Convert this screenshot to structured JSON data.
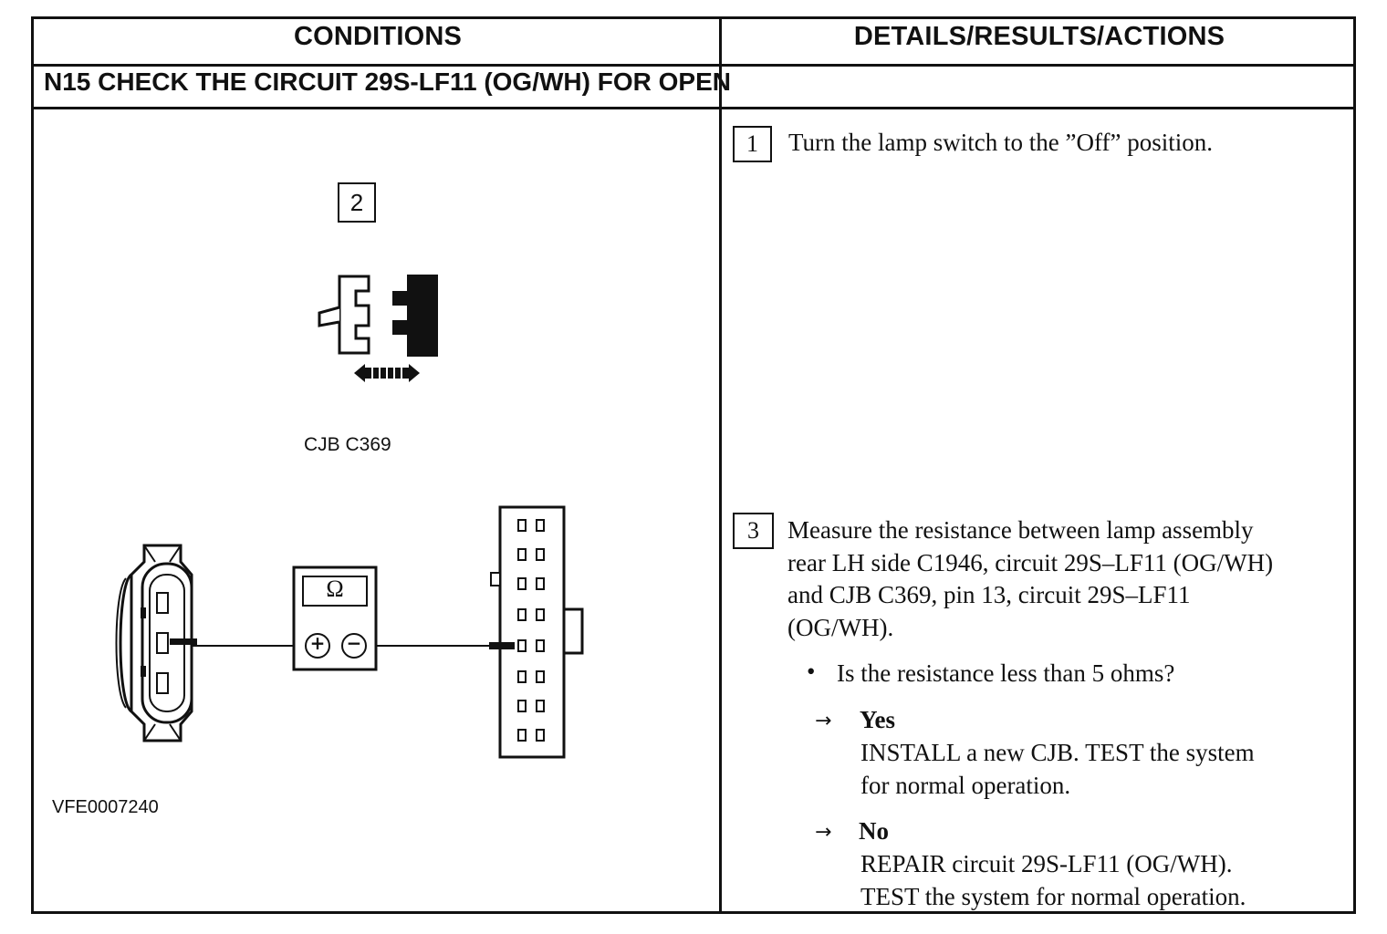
{
  "header": {
    "conditions": "CONDITIONS",
    "details": "DETAILS/RESULTS/ACTIONS"
  },
  "step_title": "N15 CHECK THE CIRCUIT 29S-LF11 (OG/WH) FOR OPEN",
  "diagram": {
    "callout_2": "2",
    "connector_label": "CJB C369",
    "meter_symbol": "Ω",
    "figure_id": "VFE0007240",
    "plus": "+",
    "minus": "−"
  },
  "actions": {
    "step1": {
      "number": "1",
      "text": "Turn the lamp switch to the ”Off” position."
    },
    "step3": {
      "number": "3",
      "text_lines": [
        "Measure the resistance between lamp assembly",
        "rear LH side C1946, circuit 29S–LF11 (OG/WH)",
        "and CJB C369, pin 13, circuit 29S–LF11",
        "(OG/WH)."
      ],
      "question": "Is the resistance less than 5 ohms?",
      "yes_label": "Yes",
      "yes_lines": [
        "INSTALL a new CJB. TEST the system",
        "for normal operation."
      ],
      "no_label": "No",
      "no_lines": [
        "REPAIR circuit 29S-LF11 (OG/WH).",
        "TEST the system for normal operation."
      ]
    }
  }
}
